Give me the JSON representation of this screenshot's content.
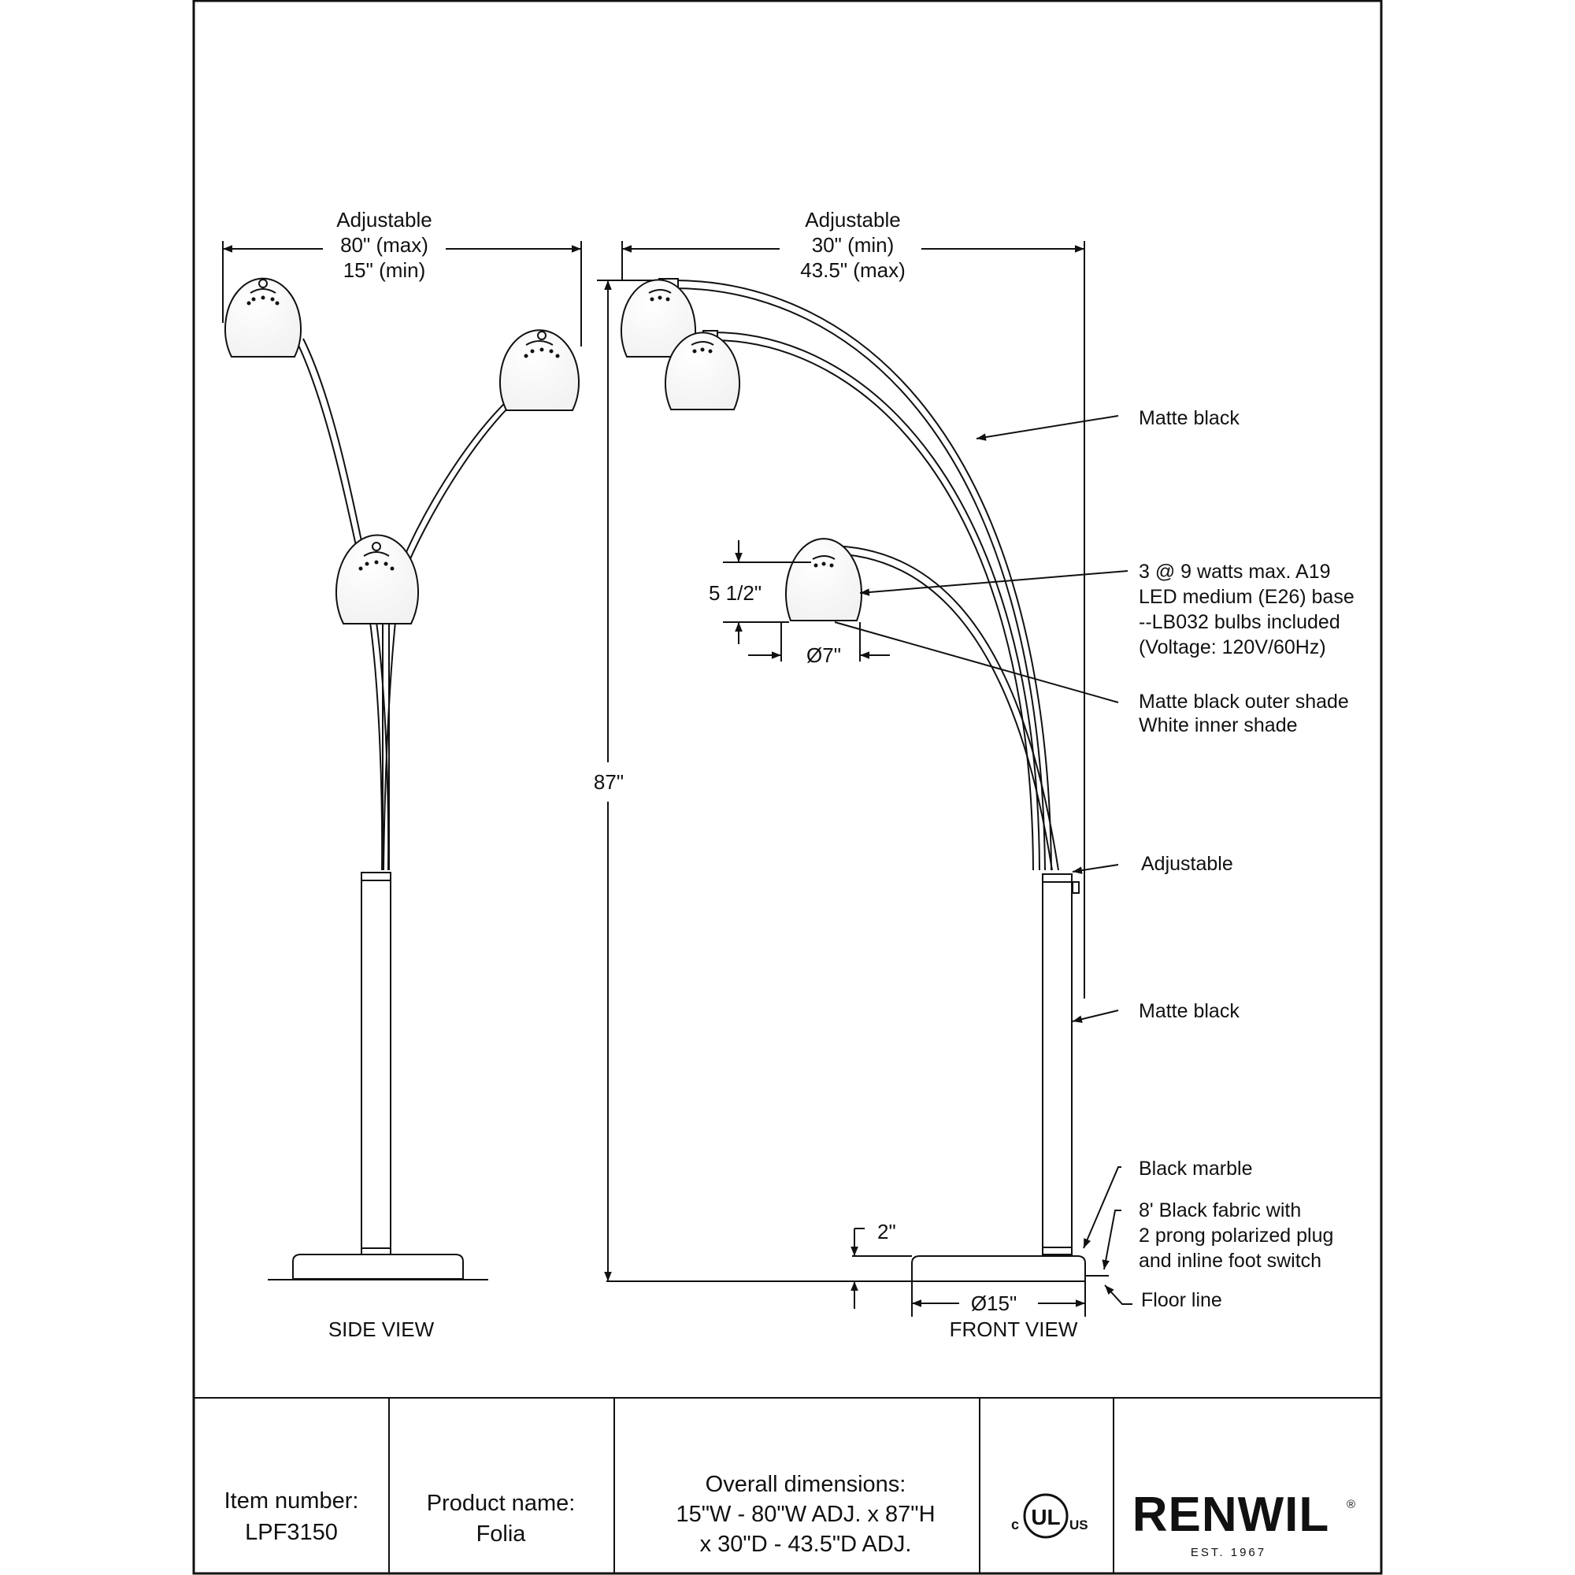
{
  "side_view": {
    "label": "SIDE VIEW",
    "width_dim": {
      "line1": "Adjustable",
      "line2": "80\" (max)",
      "line3": "15\" (min)"
    }
  },
  "front_view": {
    "label": "FRONT VIEW",
    "depth_dim": {
      "line1": "Adjustable",
      "line2": "30\" (min)",
      "line3": "43.5\" (max)"
    },
    "height_dim": "87\"",
    "shade_height": "5 1/2\"",
    "shade_diameter": "Ø7\"",
    "base_height": "2\"",
    "base_diameter": "Ø15\""
  },
  "callouts": {
    "arm_finish": "Matte black",
    "bulb": [
      "3 @ 9 watts max. A19",
      "LED medium (E26) base",
      "--LB032 bulbs included",
      "(Voltage: 120V/60Hz)"
    ],
    "shade": [
      "Matte black outer shade",
      "White inner shade"
    ],
    "adjustable": "Adjustable",
    "pole_finish": "Matte black",
    "base": "Black marble",
    "cord": [
      "8' Black fabric with",
      "2 prong polarized plug",
      "and inline foot switch"
    ],
    "floor": "Floor line"
  },
  "title_block": {
    "item_label": "Item number:",
    "item_value": "LPF3150",
    "product_label": "Product name:",
    "product_value": "Folia",
    "dims_label": "Overall dimensions:",
    "dims_line1": "15\"W - 80\"W ADJ. x 87\"H",
    "dims_line2": "x 30\"D - 43.5\"D ADJ.",
    "cert": {
      "c": "c",
      "mark": "UL",
      "us": "US"
    },
    "brand": "RENWIL",
    "brand_mark": "®",
    "brand_est": "EST. 1967"
  }
}
